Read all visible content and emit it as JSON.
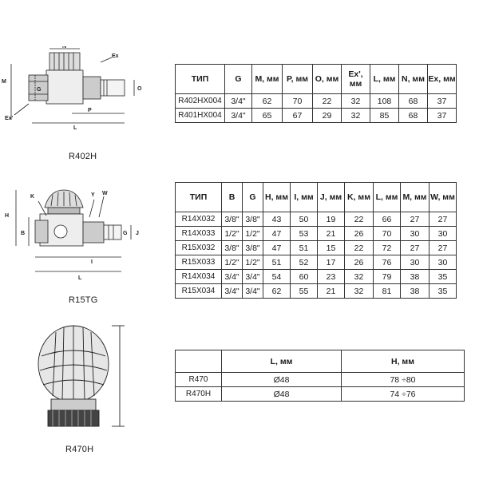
{
  "products": [
    {
      "model": "R402H",
      "dims": {
        "top": "N",
        "left": "M",
        "right": "Ex",
        "g": "G",
        "o": "O",
        "ex_prime": "Ex'",
        "p": "P",
        "l": "L"
      },
      "headers": [
        "ТИП",
        "G",
        "M, мм",
        "P, мм",
        "O, мм",
        "Ex', мм",
        "L, мм",
        "N, мм",
        "Ex, мм"
      ],
      "rows": [
        [
          "R402HX004",
          "3/4\"",
          "62",
          "70",
          "22",
          "32",
          "108",
          "68",
          "37"
        ],
        [
          "R401HX004",
          "3/4\"",
          "65",
          "67",
          "29",
          "32",
          "85",
          "68",
          "37"
        ]
      ]
    },
    {
      "model": "R15TG",
      "dims": {
        "k": "K",
        "y": "Y",
        "w": "W",
        "h": "H",
        "b": "B",
        "g": "G",
        "j": "J",
        "i": "I",
        "l": "L"
      },
      "headers": [
        "ТИП",
        "B",
        "G",
        "H, мм",
        "I, мм",
        "J, мм",
        "K, мм",
        "L, мм",
        "M, мм",
        "W, мм"
      ],
      "rows": [
        [
          "R14X032",
          "3/8\"",
          "3/8\"",
          "43",
          "50",
          "19",
          "22",
          "66",
          "27",
          "27"
        ],
        [
          "R14X033",
          "1/2\"",
          "1/2\"",
          "47",
          "53",
          "21",
          "26",
          "70",
          "30",
          "30"
        ],
        [
          "R15X032",
          "3/8\"",
          "3/8\"",
          "47",
          "51",
          "15",
          "22",
          "72",
          "27",
          "27"
        ],
        [
          "R15X033",
          "1/2\"",
          "1/2\"",
          "51",
          "52",
          "17",
          "26",
          "76",
          "30",
          "30"
        ],
        [
          "R14X034",
          "3/4\"",
          "3/4\"",
          "54",
          "60",
          "23",
          "32",
          "79",
          "38",
          "35"
        ],
        [
          "R15X034",
          "3/4\"",
          "3/4\"",
          "62",
          "55",
          "21",
          "32",
          "81",
          "38",
          "35"
        ]
      ]
    },
    {
      "model": "R470H",
      "headers": [
        "",
        "L, мм",
        "H, мм"
      ],
      "rows": [
        [
          "R470",
          "Ø48",
          "78 ÷80"
        ],
        [
          "R470H",
          "Ø48",
          "74 ÷76"
        ]
      ]
    }
  ]
}
